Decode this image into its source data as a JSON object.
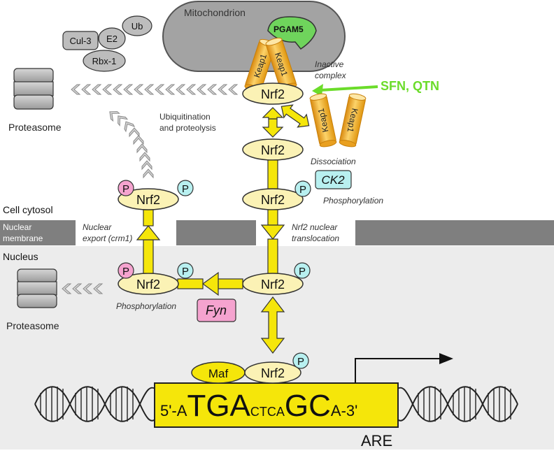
{
  "labels": {
    "mitochondrion": "Mitochondrion",
    "pgam5": "PGAM5",
    "keap1": "Keap1",
    "inactive_complex_1": "Inactive",
    "inactive_complex_2": "complex",
    "sfn_qtn": "SFN, QTN",
    "ubiquitination_1": "Ubiquitination",
    "ubiquitination_2": "and proteolysis",
    "dissociation": "Dissociation",
    "ck2": "CK2",
    "phosphorylation": "Phosphorylation",
    "fyn": "Fyn",
    "proteasome": "Proteasome",
    "cell_cytosol": "Cell cytosol",
    "nuclear_membrane_1": "Nuclear",
    "nuclear_membrane_2": "membrane",
    "nuclear_export_1": "Nuclear",
    "nuclear_export_2": "export (crm1)",
    "nrf2_translocation_1": "Nrf2 nuclear",
    "nrf2_translocation_2": "translocation",
    "nucleus": "Nucleus",
    "nrf2": "Nrf2",
    "maf": "Maf",
    "p": "P",
    "ub": "Ub",
    "e2": "E2",
    "cul3": "Cul-3",
    "rbx1": "Rbx-1",
    "are": "ARE",
    "seq": {
      "s1": "5'-A",
      "s2": "TGA",
      "s3": "CTCA",
      "s4": "GC",
      "s5": "A-3'"
    }
  },
  "colors": {
    "yellow": "#f5e60a",
    "nrf2_fill": "#fbf2b5",
    "keap1": "#f5b72c",
    "phospho_pink": "#f5a3cf",
    "phospho_cyan": "#b8f0f0",
    "green_drug": "#7de83a",
    "pgam5": "#6fd45c",
    "membrane": "#808080",
    "nucleus_bg": "#ececec",
    "mito": "#a0a0a0"
  }
}
